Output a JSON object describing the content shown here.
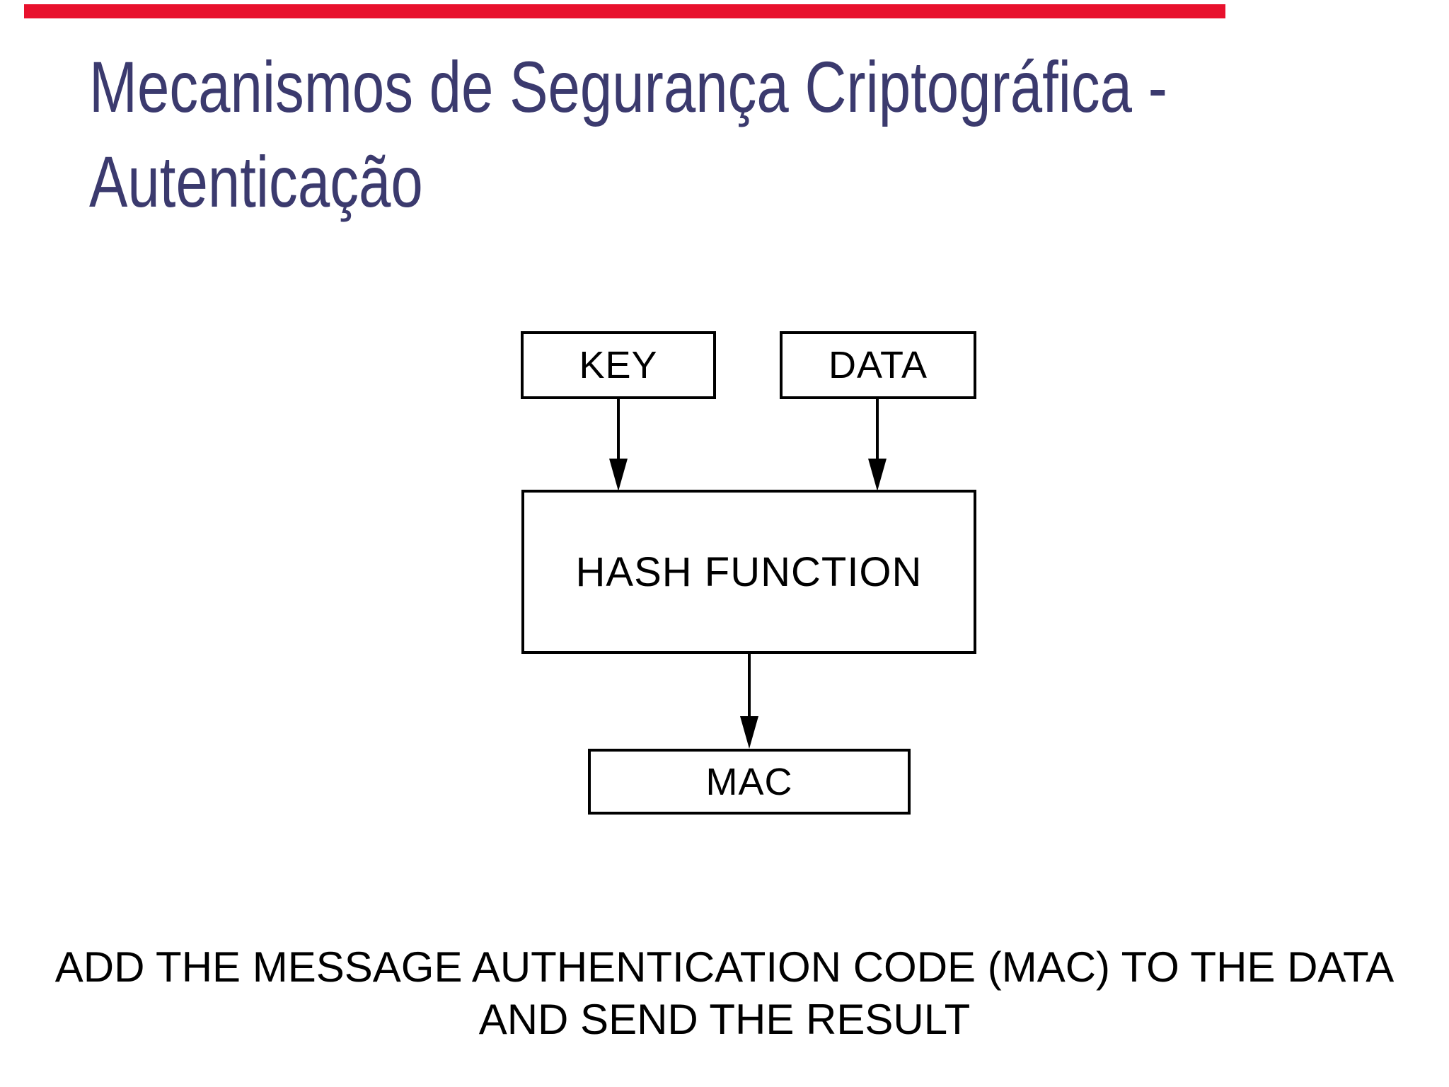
{
  "slide": {
    "accent_bar_color": "#e8112d",
    "title": {
      "line1": "Mecanismos de Segurança Criptográfica -",
      "line2": "Autenticação",
      "color": "#3b3a6e"
    },
    "diagram": {
      "line_color": "#000000",
      "nodes": [
        {
          "id": "key",
          "label": "KEY"
        },
        {
          "id": "data",
          "label": "DATA"
        },
        {
          "id": "hash",
          "label": "HASH FUNCTION"
        },
        {
          "id": "mac",
          "label": "MAC"
        }
      ],
      "edges": [
        {
          "from": "key",
          "to": "hash"
        },
        {
          "from": "data",
          "to": "hash"
        },
        {
          "from": "hash",
          "to": "mac"
        }
      ]
    },
    "caption": {
      "line1": "ADD THE MESSAGE AUTHENTICATION CODE (MAC) TO THE DATA",
      "line2": "AND SEND THE RESULT"
    }
  }
}
